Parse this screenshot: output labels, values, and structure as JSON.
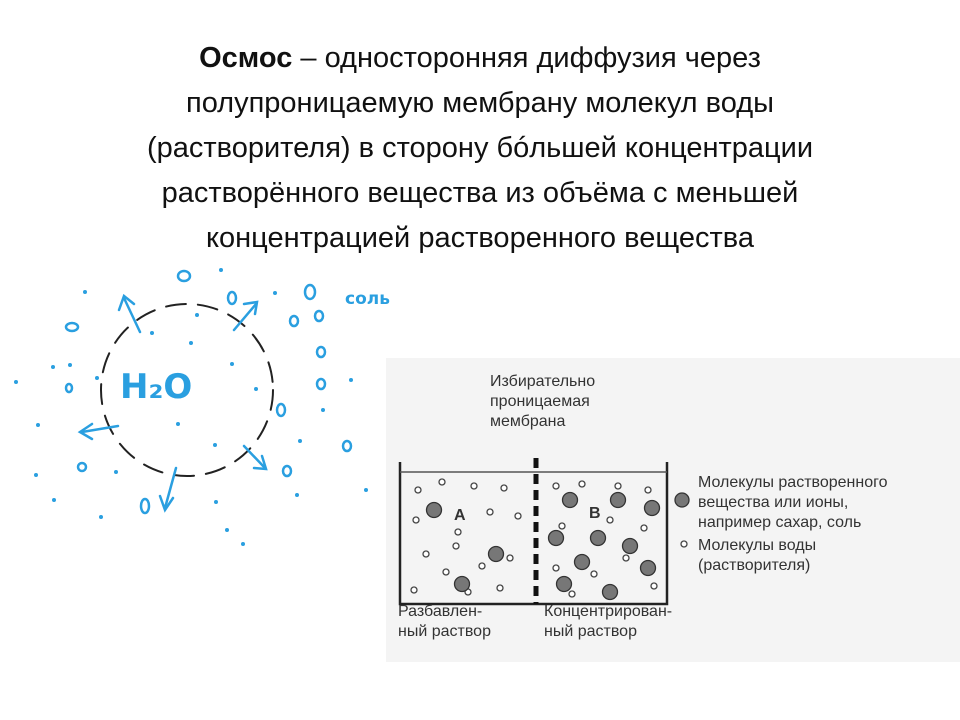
{
  "title": {
    "term": "Осмос",
    "definition_line1": " – односторонняя диффузия через",
    "definition_line2": "полупроницаемую мембрану молекул воды",
    "definition_line3": "(растворителя) в сторону бóльшей концентрации",
    "definition_line4": "растворённого вещества из объёма с меньшей",
    "definition_line5": "концентрацией растворенного вещества"
  },
  "sketch": {
    "water_label": "H₂O",
    "salt_label": "соль",
    "ink_color": "#2a9fe0"
  },
  "diagram": {
    "membrane_label_line1": "Избирательно",
    "membrane_label_line2": "проницаемая",
    "membrane_label_line3": "мембрана",
    "compartment_a": "A",
    "compartment_b": "B",
    "legend_solute_line1": "Молекулы растворенного",
    "legend_solute_line2": "вещества или ионы,",
    "legend_solute_line3": "например сахар, соль",
    "legend_water_line1": "Молекулы воды",
    "legend_water_line2": "(растворителя)",
    "dilute_line1": "Разбавлен-",
    "dilute_line2": "ный раствор",
    "concentrated_line1": "Концентрирован-",
    "concentrated_line2": "ный раствор",
    "solute_color": "#777777",
    "water_color": "#ffffff"
  }
}
